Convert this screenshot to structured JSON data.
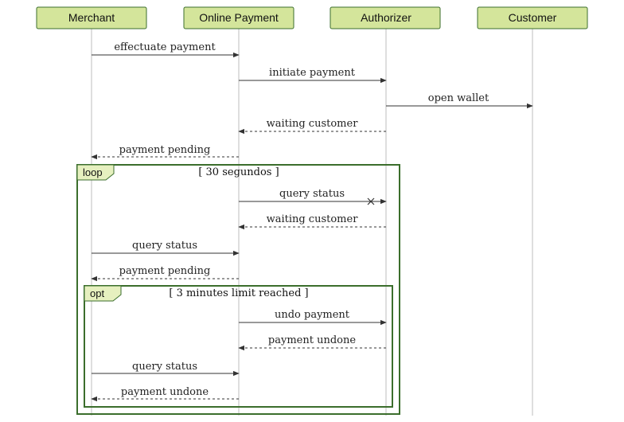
{
  "actors": [
    {
      "id": "merchant",
      "label": "Merchant"
    },
    {
      "id": "online_payment",
      "label": "Online Payment"
    },
    {
      "id": "authorizer",
      "label": "Authorizer"
    },
    {
      "id": "customer",
      "label": "Customer"
    }
  ],
  "messages": [
    {
      "from": "merchant",
      "to": "online_payment",
      "label": "effectuate payment",
      "style": "solid"
    },
    {
      "from": "online_payment",
      "to": "authorizer",
      "label": "initiate payment",
      "style": "solid"
    },
    {
      "from": "authorizer",
      "to": "customer",
      "label": "open wallet",
      "style": "solid"
    },
    {
      "from": "authorizer",
      "to": "online_payment",
      "label": "waiting customer",
      "style": "dashed"
    },
    {
      "from": "online_payment",
      "to": "merchant",
      "label": "payment pending",
      "style": "dashed"
    },
    {
      "from": "online_payment",
      "to": "authorizer",
      "label": "query status",
      "style": "solid",
      "cross": true
    },
    {
      "from": "authorizer",
      "to": "online_payment",
      "label": "waiting customer",
      "style": "dashed"
    },
    {
      "from": "merchant",
      "to": "online_payment",
      "label": "query status",
      "style": "solid"
    },
    {
      "from": "online_payment",
      "to": "merchant",
      "label": "payment pending",
      "style": "dashed"
    },
    {
      "from": "online_payment",
      "to": "authorizer",
      "label": "undo payment",
      "style": "solid"
    },
    {
      "from": "authorizer",
      "to": "online_payment",
      "label": "payment undone",
      "style": "dashed"
    },
    {
      "from": "merchant",
      "to": "online_payment",
      "label": "query status",
      "style": "solid"
    },
    {
      "from": "online_payment",
      "to": "merchant",
      "label": "payment undone",
      "style": "dashed"
    }
  ],
  "frames": [
    {
      "keyword": "loop",
      "condition": "[ 30 segundos ]"
    },
    {
      "keyword": "opt",
      "condition": "[ 3 minutes limit reached ]"
    }
  ],
  "colors": {
    "actor_fill": "#d4e59b",
    "frame_stroke": "#3b6e2c",
    "tab_fill": "#e6f0bf",
    "lifeline": "#c9c9c9"
  }
}
